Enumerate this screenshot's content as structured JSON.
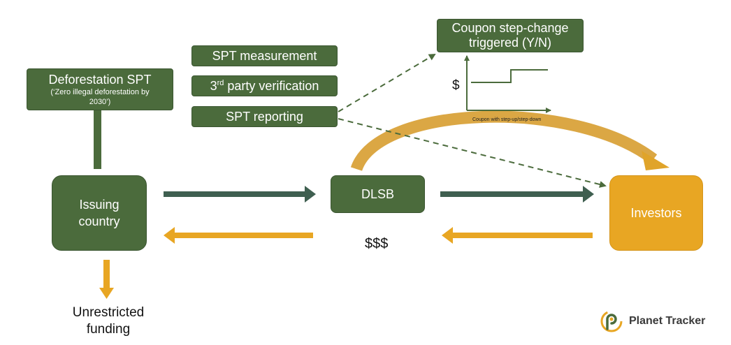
{
  "colors": {
    "green": "#4b6b3c",
    "orange": "#e8a623",
    "arrow_dark": "#3f5f50",
    "text": "#111111"
  },
  "boxes": {
    "deforestation_title": "Deforestation SPT",
    "deforestation_sub_line1": "(‘Zero illegal deforestation by",
    "deforestation_sub_line2": "2030’)",
    "spt_measurement": "SPT measurement",
    "verification_pre": "3",
    "verification_sup": "rd",
    "verification_post": " party verification",
    "spt_reporting": "SPT reporting",
    "coupon_line1": "Coupon step-change",
    "coupon_line2": "triggered (Y/N)",
    "issuing_line1": "Issuing",
    "issuing_line2": "country",
    "dlsb": "DLSB",
    "investors": "Investors"
  },
  "labels": {
    "dollars": "$$$",
    "chart_dollar": "$",
    "chart_caption": "Coupon with step-up/step-down",
    "unrestricted_line1": "Unrestricted",
    "unrestricted_line2": "funding"
  },
  "brand": {
    "name": "Planet Tracker",
    "logo_icon": "planet-tracker-logo-icon"
  }
}
